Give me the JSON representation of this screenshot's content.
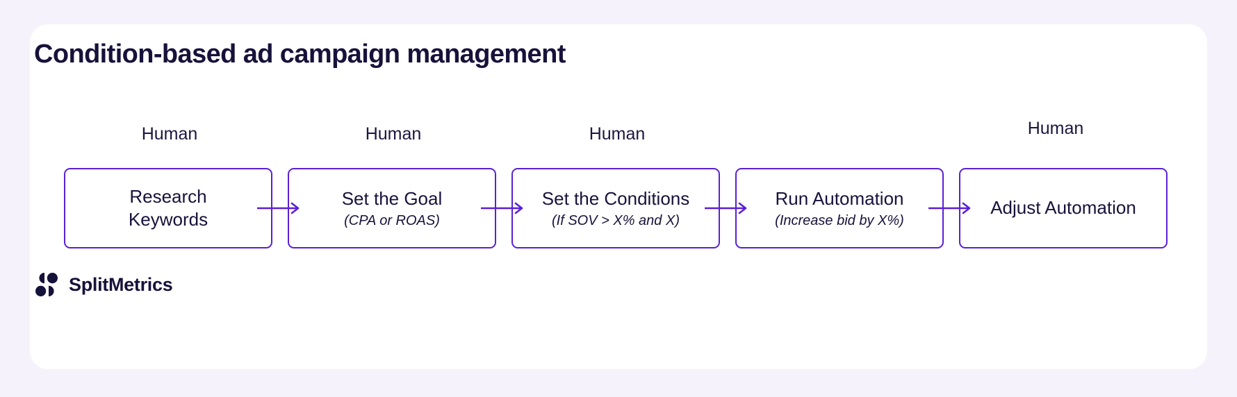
{
  "page": {
    "background_color": "#f5f2fc",
    "card_color": "#ffffff",
    "accent_color": "#5a1fd4",
    "text_color": "#17123a",
    "title": "Condition-based ad campaign management"
  },
  "flow": {
    "type": "process-flow",
    "direction": "left-to-right",
    "nodes": [
      {
        "id": "research-keywords",
        "actor": "Human",
        "title": "Research\nKeywords",
        "subtitle": "",
        "has_actor_label": true
      },
      {
        "id": "set-the-goal",
        "actor": "Human",
        "title": "Set the Goal",
        "subtitle": "(CPA or ROAS)",
        "has_actor_label": true
      },
      {
        "id": "set-the-conditions",
        "actor": "Human",
        "title": "Set the Conditions",
        "subtitle": "(If SOV > X% and X)",
        "has_actor_label": true
      },
      {
        "id": "run-automation",
        "actor": "",
        "title": "Run Automation",
        "subtitle": "(Increase bid by X%)",
        "has_actor_label": false
      },
      {
        "id": "adjust-automation",
        "actor": "Human",
        "title": "Adjust Automation",
        "subtitle": "",
        "has_actor_label": true
      }
    ],
    "connectors": [
      {
        "from": "research-keywords",
        "to": "set-the-goal",
        "glyph": "arrow-right"
      },
      {
        "from": "set-the-goal",
        "to": "set-the-conditions",
        "glyph": "arrow-right"
      },
      {
        "from": "set-the-conditions",
        "to": "run-automation",
        "glyph": "arrow-right"
      },
      {
        "from": "run-automation",
        "to": "adjust-automation",
        "glyph": "arrow-right"
      }
    ]
  },
  "logo": {
    "name": "SplitMetrics",
    "mark": "splitmetrics-logo-mark"
  }
}
